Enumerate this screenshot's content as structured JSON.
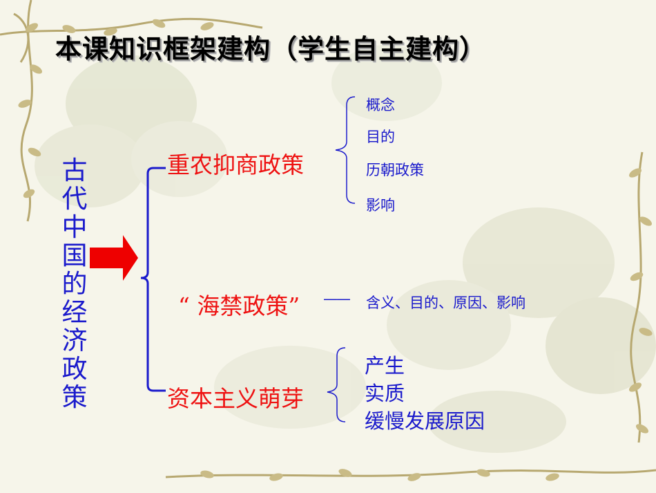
{
  "title": "本课知识框架建构（学生自主建构）",
  "center": "古代中国的经济政策",
  "branches": [
    {
      "label": "重农抑商政策",
      "items": [
        "概念",
        "目的",
        "历朝政策",
        "影响"
      ]
    },
    {
      "label": "“ 海禁政策”",
      "dash": "——",
      "detail": "含义、目的、原因、影响"
    },
    {
      "label": "资本主义萌芽",
      "items": [
        "产生",
        "实质",
        "缓慢发展原因"
      ]
    }
  ],
  "colors": {
    "red": "#ee1111",
    "blue": "#1a1acc",
    "arrow": "#ee0000",
    "background": "#f6f5ea"
  },
  "icons": [
    "right-arrow-icon",
    "vine-border-decoration",
    "flower-watermark"
  ]
}
